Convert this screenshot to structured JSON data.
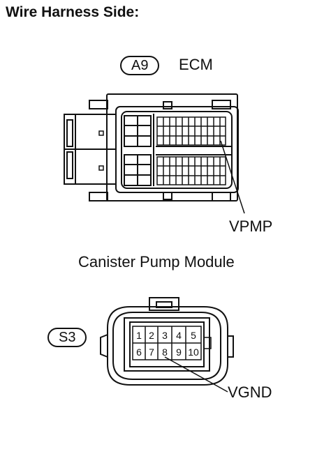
{
  "heading": "Wire Harness Side:",
  "ecm": {
    "connector_id": "A9",
    "name": "ECM",
    "pin_callout": "VPMP"
  },
  "pump_module": {
    "name": "Canister Pump Module",
    "connector_id": "S3",
    "pin_callout": "VGND",
    "pins_row1": [
      "1",
      "2",
      "3",
      "4",
      "5"
    ],
    "pins_row2": [
      "6",
      "7",
      "8",
      "9",
      "10"
    ]
  }
}
